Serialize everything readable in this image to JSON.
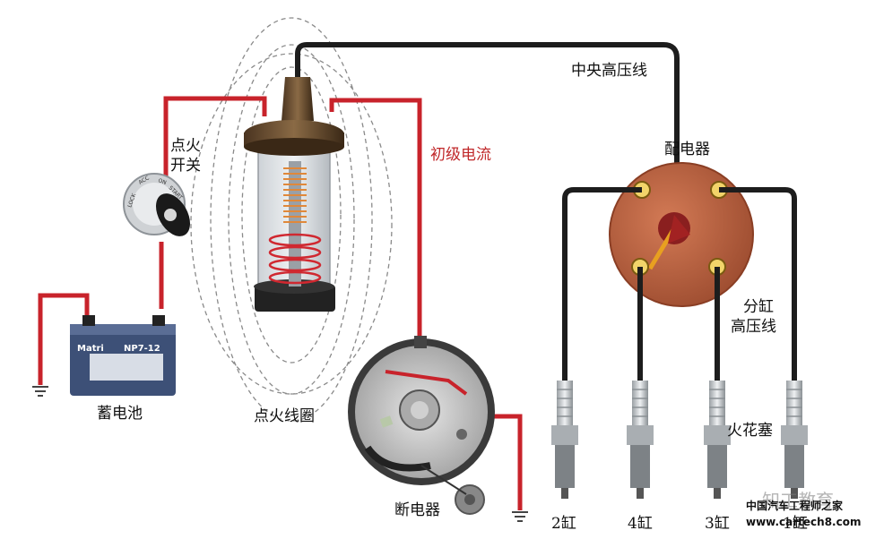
{
  "labels": {
    "ignition_switch": "点火\n开关",
    "battery": "蓄电池",
    "ignition_coil": "点火线圈",
    "primary_current": "初级电流",
    "central_hv_wire": "中央高压线",
    "distributor": "配电器",
    "branch_hv_wire": "分缸\n高压线",
    "spark_plug": "火花塞",
    "breaker": "断电器",
    "cyl_2": "2缸",
    "cyl_4": "4缸",
    "cyl_3": "3缸",
    "cyl_1": "1缸"
  },
  "battery_text": {
    "brand": "Matri",
    "model": "NP7-12"
  },
  "switch_text": {
    "lock": "LOCK",
    "acc": "ACC",
    "on": "ON",
    "start": "START"
  },
  "watermark": {
    "site": "www.cartech8.com",
    "cn": "中国汽车工程师之家",
    "edu": "知工教育"
  },
  "colors": {
    "red_wire": "#c8232b",
    "black_wire": "#1d1d1d",
    "cap": "#b8613f",
    "label_red": "#c0282a"
  }
}
